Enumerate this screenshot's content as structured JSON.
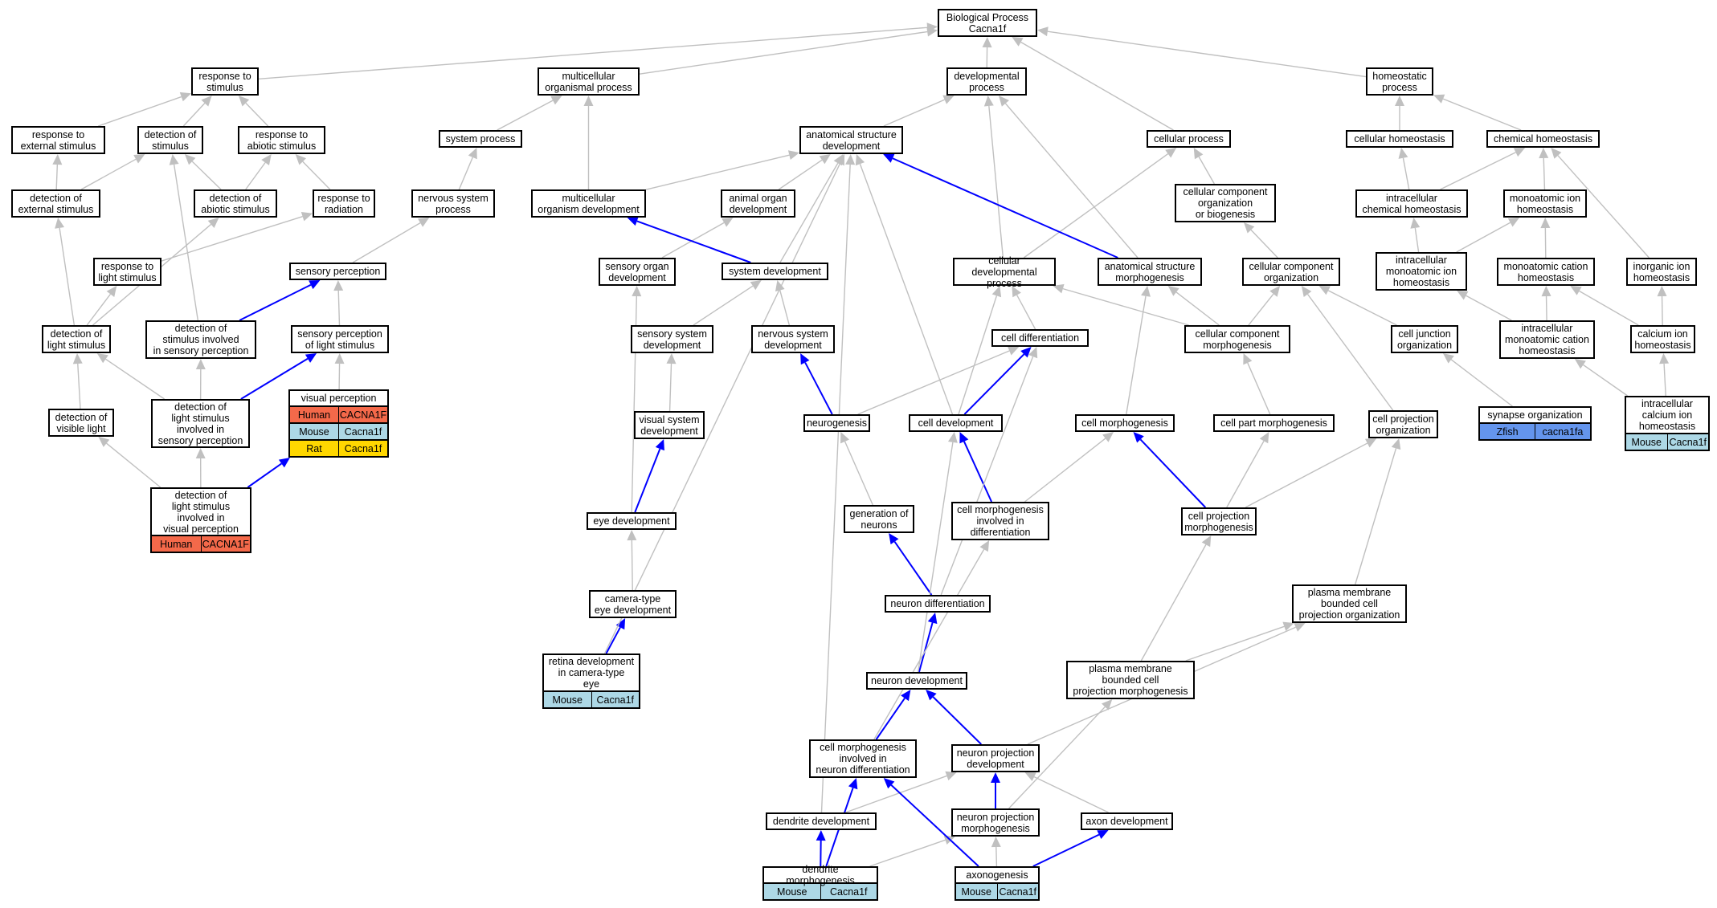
{
  "colors": {
    "grey_edge": "#c0c0c0",
    "blue_edge": "#0000ff",
    "human": "#f4694a",
    "mouse": "#add8e6",
    "rat": "#ffd700",
    "zfish": "#6495ed"
  },
  "nodes": [
    {
      "id": "root",
      "label": "Biological Process\nCacna1f"
    },
    {
      "id": "resp_stim",
      "label": "response to\nstimulus"
    },
    {
      "id": "multi_proc",
      "label": "multicellular\norganismal process"
    },
    {
      "id": "dev_proc",
      "label": "developmental\nprocess"
    },
    {
      "id": "homeo_proc",
      "label": "homeostatic\nprocess"
    },
    {
      "id": "resp_ext",
      "label": "response to\nexternal stimulus"
    },
    {
      "id": "det_stim",
      "label": "detection of\nstimulus"
    },
    {
      "id": "resp_abio",
      "label": "response to\nabiotic stimulus"
    },
    {
      "id": "sys_proc",
      "label": "system process"
    },
    {
      "id": "anat_dev",
      "label": "anatomical structure\ndevelopment"
    },
    {
      "id": "cell_proc",
      "label": "cellular process"
    },
    {
      "id": "cell_homeo",
      "label": "cellular homeostasis"
    },
    {
      "id": "chem_homeo",
      "label": "chemical homeostasis"
    },
    {
      "id": "det_ext",
      "label": "detection of\nexternal stimulus"
    },
    {
      "id": "det_abio",
      "label": "detection of\nabiotic stimulus"
    },
    {
      "id": "resp_rad",
      "label": "response to\nradiation"
    },
    {
      "id": "ns_proc",
      "label": "nervous system\nprocess"
    },
    {
      "id": "multi_dev",
      "label": "multicellular\norganism development"
    },
    {
      "id": "animal_org",
      "label": "animal organ\ndevelopment"
    },
    {
      "id": "ccob",
      "label": "cellular component\norganization\nor biogenesis"
    },
    {
      "id": "ic_chem",
      "label": "intracellular\nchemical homeostasis"
    },
    {
      "id": "mono_ion",
      "label": "monoatomic ion\nhomeostasis"
    },
    {
      "id": "resp_light",
      "label": "response to\nlight stimulus"
    },
    {
      "id": "sens_perc",
      "label": "sensory perception"
    },
    {
      "id": "sens_org",
      "label": "sensory organ\ndevelopment"
    },
    {
      "id": "sys_dev",
      "label": "system development"
    },
    {
      "id": "cell_devp",
      "label": "cellular developmental\nprocess"
    },
    {
      "id": "anat_morph",
      "label": "anatomical structure\nmorphogenesis"
    },
    {
      "id": "cco",
      "label": "cellular component\norganization"
    },
    {
      "id": "ic_mono_ion",
      "label": "intracellular\nmonoatomic ion\nhomeostasis"
    },
    {
      "id": "mono_cat",
      "label": "monoatomic cation\nhomeostasis"
    },
    {
      "id": "inorg_ion",
      "label": "inorganic ion\nhomeostasis"
    },
    {
      "id": "det_light",
      "label": "detection of\nlight stimulus"
    },
    {
      "id": "det_stim_sens",
      "label": "detection of\nstimulus involved\nin sensory perception"
    },
    {
      "id": "sens_perc_light",
      "label": "sensory perception\nof light stimulus"
    },
    {
      "id": "sens_sys_dev",
      "label": "sensory system\ndevelopment"
    },
    {
      "id": "ns_dev",
      "label": "nervous system\ndevelopment"
    },
    {
      "id": "cell_diff",
      "label": "cell differentiation"
    },
    {
      "id": "cc_morph",
      "label": "cellular component\nmorphogenesis"
    },
    {
      "id": "cell_junc",
      "label": "cell junction\norganization"
    },
    {
      "id": "ic_mono_cat",
      "label": "intracellular\nmonoatomic cation\nhomeostasis"
    },
    {
      "id": "ca_ion",
      "label": "calcium ion\nhomeostasis"
    },
    {
      "id": "vis_perc",
      "label": "visual perception",
      "orthologs": [
        {
          "sp": "Human",
          "gene": "CACNA1F",
          "color": "#f4694a"
        },
        {
          "sp": "Mouse",
          "gene": "Cacna1f",
          "color": "#add8e6"
        },
        {
          "sp": "Rat",
          "gene": "Cacna1f",
          "color": "#ffd700"
        }
      ]
    },
    {
      "id": "det_vis",
      "label": "detection of\nvisible light"
    },
    {
      "id": "det_light_sens",
      "label": "detection of\nlight stimulus\ninvolved in\nsensory perception"
    },
    {
      "id": "vis_sys_dev",
      "label": "visual system\ndevelopment"
    },
    {
      "id": "neurogen",
      "label": "neurogenesis"
    },
    {
      "id": "cell_dev",
      "label": "cell development"
    },
    {
      "id": "cell_morph",
      "label": "cell morphogenesis"
    },
    {
      "id": "cell_part_morph",
      "label": "cell part morphogenesis"
    },
    {
      "id": "cell_proj_org",
      "label": "cell projection\norganization"
    },
    {
      "id": "syn_org",
      "label": "synapse organization",
      "orthologs": [
        {
          "sp": "Zfish",
          "gene": "cacna1fa",
          "color": "#6495ed"
        }
      ]
    },
    {
      "id": "ic_ca_ion",
      "label": "intracellular\ncalcium ion\nhomeostasis",
      "orthologs": [
        {
          "sp": "Mouse",
          "gene": "Cacna1f",
          "color": "#add8e6"
        }
      ]
    },
    {
      "id": "det_light_vis",
      "label": "detection of\nlight stimulus\ninvolved in\nvisual perception",
      "orthologs": [
        {
          "sp": "Human",
          "gene": "CACNA1F",
          "color": "#f4694a"
        }
      ]
    },
    {
      "id": "eye_dev",
      "label": "eye development"
    },
    {
      "id": "gen_neur",
      "label": "generation of\nneurons"
    },
    {
      "id": "cm_diff",
      "label": "cell morphogenesis\ninvolved in\ndifferentiation"
    },
    {
      "id": "cell_proj_morph",
      "label": "cell projection\nmorphogenesis"
    },
    {
      "id": "cam_eye",
      "label": "camera-type\neye development"
    },
    {
      "id": "neur_diff",
      "label": "neuron differentiation"
    },
    {
      "id": "pm_org",
      "label": "plasma membrane\nbounded cell\nprojection organization"
    },
    {
      "id": "retina",
      "label": "retina development\nin camera-type\neye",
      "orthologs": [
        {
          "sp": "Mouse",
          "gene": "Cacna1f",
          "color": "#add8e6"
        }
      ]
    },
    {
      "id": "neur_dev",
      "label": "neuron development"
    },
    {
      "id": "pm_morph",
      "label": "plasma membrane\nbounded cell\nprojection morphogenesis"
    },
    {
      "id": "cm_neur",
      "label": "cell morphogenesis\ninvolved in\nneuron differentiation"
    },
    {
      "id": "np_dev",
      "label": "neuron projection\ndevelopment"
    },
    {
      "id": "dend_dev",
      "label": "dendrite development"
    },
    {
      "id": "np_morph",
      "label": "neuron projection\nmorphogenesis"
    },
    {
      "id": "axon_dev",
      "label": "axon development"
    },
    {
      "id": "dend_morph",
      "label": "dendrite morphogenesis",
      "orthologs": [
        {
          "sp": "Mouse",
          "gene": "Cacna1f",
          "color": "#add8e6"
        }
      ]
    },
    {
      "id": "axonogen",
      "label": "axonogenesis",
      "orthologs": [
        {
          "sp": "Mouse",
          "gene": "Cacna1f",
          "color": "#add8e6"
        }
      ]
    }
  ],
  "edges": [
    [
      "resp_stim",
      "root",
      "g"
    ],
    [
      "multi_proc",
      "root",
      "g"
    ],
    [
      "dev_proc",
      "root",
      "g"
    ],
    [
      "homeo_proc",
      "root",
      "g"
    ],
    [
      "cell_proc",
      "root",
      "g"
    ],
    [
      "resp_ext",
      "resp_stim",
      "g"
    ],
    [
      "det_stim",
      "resp_stim",
      "g"
    ],
    [
      "resp_abio",
      "resp_stim",
      "g"
    ],
    [
      "sys_proc",
      "multi_proc",
      "g"
    ],
    [
      "multi_dev",
      "multi_proc",
      "g"
    ],
    [
      "anat_dev",
      "dev_proc",
      "g"
    ],
    [
      "cell_homeo",
      "homeo_proc",
      "g"
    ],
    [
      "chem_homeo",
      "homeo_proc",
      "g"
    ],
    [
      "det_ext",
      "resp_ext",
      "g"
    ],
    [
      "det_ext",
      "det_stim",
      "g"
    ],
    [
      "det_abio",
      "det_stim",
      "g"
    ],
    [
      "det_abio",
      "resp_abio",
      "g"
    ],
    [
      "resp_rad",
      "resp_abio",
      "g"
    ],
    [
      "ns_proc",
      "sys_proc",
      "g"
    ],
    [
      "multi_dev",
      "anat_dev",
      "g"
    ],
    [
      "animal_org",
      "anat_dev",
      "g"
    ],
    [
      "ccob",
      "cell_proc",
      "g"
    ],
    [
      "ic_chem",
      "cell_homeo",
      "g"
    ],
    [
      "ic_chem",
      "chem_homeo",
      "g"
    ],
    [
      "mono_ion",
      "chem_homeo",
      "g"
    ],
    [
      "inorg_ion",
      "chem_homeo",
      "g"
    ],
    [
      "resp_light",
      "resp_rad",
      "g"
    ],
    [
      "sens_perc",
      "ns_proc",
      "g"
    ],
    [
      "sens_org",
      "animal_org",
      "g"
    ],
    [
      "sys_dev",
      "multi_dev",
      "b"
    ],
    [
      "sys_dev",
      "anat_dev",
      "g"
    ],
    [
      "cell_devp",
      "dev_proc",
      "g"
    ],
    [
      "cell_devp",
      "cell_proc",
      "g"
    ],
    [
      "anat_morph",
      "anat_dev",
      "b"
    ],
    [
      "anat_morph",
      "dev_proc",
      "g"
    ],
    [
      "cco",
      "ccob",
      "g"
    ],
    [
      "ic_mono_ion",
      "ic_chem",
      "g"
    ],
    [
      "ic_mono_ion",
      "mono_ion",
      "g"
    ],
    [
      "mono_cat",
      "mono_ion",
      "g"
    ],
    [
      "det_light",
      "det_ext",
      "g"
    ],
    [
      "det_light",
      "det_abio",
      "g"
    ],
    [
      "det_light",
      "resp_light",
      "g"
    ],
    [
      "det_stim_sens",
      "det_stim",
      "g"
    ],
    [
      "det_stim_sens",
      "sens_perc",
      "b"
    ],
    [
      "sens_perc_light",
      "sens_perc",
      "g"
    ],
    [
      "sens_sys_dev",
      "sys_dev",
      "g"
    ],
    [
      "ns_dev",
      "sys_dev",
      "g"
    ],
    [
      "cell_diff",
      "cell_devp",
      "g"
    ],
    [
      "cc_morph",
      "cell_devp",
      "g"
    ],
    [
      "cc_morph",
      "anat_morph",
      "g"
    ],
    [
      "cc_morph",
      "cco",
      "g"
    ],
    [
      "cell_junc",
      "cco",
      "g"
    ],
    [
      "ic_mono_cat",
      "ic_mono_ion",
      "g"
    ],
    [
      "ic_mono_cat",
      "mono_cat",
      "g"
    ],
    [
      "ca_ion",
      "inorg_ion",
      "g"
    ],
    [
      "ca_ion",
      "mono_cat",
      "g"
    ],
    [
      "vis_perc",
      "sens_perc_light",
      "g"
    ],
    [
      "det_vis",
      "det_light",
      "g"
    ],
    [
      "det_light_sens",
      "det_light",
      "g"
    ],
    [
      "det_light_sens",
      "det_stim_sens",
      "g"
    ],
    [
      "det_light_sens",
      "sens_perc_light",
      "b"
    ],
    [
      "vis_sys_dev",
      "sens_sys_dev",
      "g"
    ],
    [
      "neurogen",
      "ns_dev",
      "b"
    ],
    [
      "neurogen",
      "cell_diff",
      "g"
    ],
    [
      "cell_dev",
      "cell_diff",
      "b"
    ],
    [
      "cell_dev",
      "cell_devp",
      "g"
    ],
    [
      "cell_dev",
      "anat_dev",
      "g"
    ],
    [
      "cell_morph",
      "anat_morph",
      "g"
    ],
    [
      "cell_part_morph",
      "cc_morph",
      "g"
    ],
    [
      "cell_proj_org",
      "cco",
      "g"
    ],
    [
      "syn_org",
      "cell_junc",
      "g"
    ],
    [
      "ic_ca_ion",
      "ca_ion",
      "g"
    ],
    [
      "ic_ca_ion",
      "ic_mono_cat",
      "g"
    ],
    [
      "det_light_vis",
      "det_vis",
      "g"
    ],
    [
      "det_light_vis",
      "det_light_sens",
      "g"
    ],
    [
      "det_light_vis",
      "vis_perc",
      "b"
    ],
    [
      "eye_dev",
      "vis_sys_dev",
      "b"
    ],
    [
      "eye_dev",
      "sens_org",
      "g"
    ],
    [
      "gen_neur",
      "neurogen",
      "g"
    ],
    [
      "cm_diff",
      "cell_dev",
      "b"
    ],
    [
      "cm_diff",
      "cell_morph",
      "g"
    ],
    [
      "cell_proj_morph",
      "cell_morph",
      "b"
    ],
    [
      "cell_proj_morph",
      "cell_part_morph",
      "g"
    ],
    [
      "cell_proj_morph",
      "cell_proj_org",
      "g"
    ],
    [
      "cam_eye",
      "eye_dev",
      "g"
    ],
    [
      "neur_diff",
      "gen_neur",
      "b"
    ],
    [
      "neur_diff",
      "cell_diff",
      "g"
    ],
    [
      "pm_org",
      "cell_proj_org",
      "g"
    ],
    [
      "retina",
      "cam_eye",
      "b"
    ],
    [
      "retina",
      "anat_dev",
      "g"
    ],
    [
      "neur_dev",
      "neur_diff",
      "b"
    ],
    [
      "neur_dev",
      "cell_dev",
      "g"
    ],
    [
      "pm_morph",
      "cell_proj_morph",
      "g"
    ],
    [
      "pm_morph",
      "pm_org",
      "g"
    ],
    [
      "cm_neur",
      "neur_dev",
      "b"
    ],
    [
      "cm_neur",
      "cm_diff",
      "g"
    ],
    [
      "np_dev",
      "neur_dev",
      "b"
    ],
    [
      "np_dev",
      "pm_org",
      "g"
    ],
    [
      "dend_dev",
      "np_dev",
      "g"
    ],
    [
      "dend_dev",
      "anat_dev",
      "g"
    ],
    [
      "np_morph",
      "np_dev",
      "b"
    ],
    [
      "np_morph",
      "pm_morph",
      "g"
    ],
    [
      "axon_dev",
      "np_dev",
      "g"
    ],
    [
      "dend_morph",
      "dend_dev",
      "b"
    ],
    [
      "dend_morph",
      "cm_neur",
      "b"
    ],
    [
      "dend_morph",
      "np_morph",
      "g"
    ],
    [
      "axonogen",
      "cm_neur",
      "b"
    ],
    [
      "axonogen",
      "np_morph",
      "g"
    ],
    [
      "axonogen",
      "axon_dev",
      "b"
    ]
  ]
}
